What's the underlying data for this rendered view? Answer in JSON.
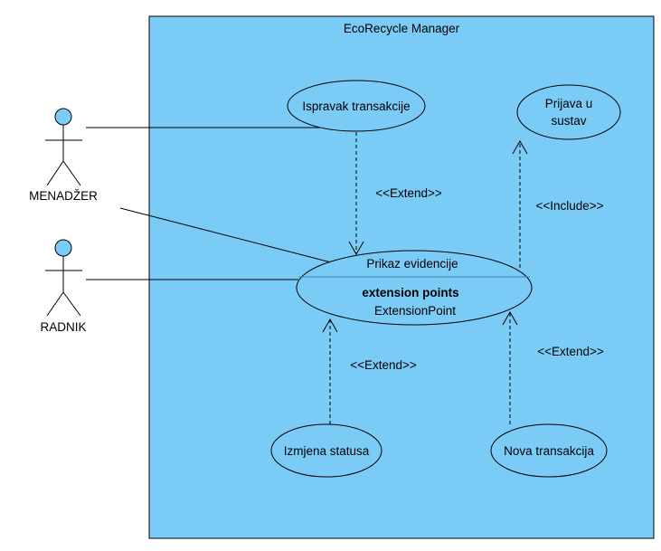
{
  "system": {
    "title": "EcoRecycle Manager",
    "fill_color": "#7ACCF7"
  },
  "actors": [
    {
      "id": "menadzer",
      "label": "MENADŽER"
    },
    {
      "id": "radnik",
      "label": "RADNIK"
    }
  ],
  "use_cases": {
    "ispravak": {
      "label": "Ispravak transakcije"
    },
    "prijava": {
      "line1": "Prijava u",
      "line2": "sustav"
    },
    "prikaz": {
      "label": "Prikaz evidencije",
      "ext_heading": "extension points",
      "ext_point": "ExtensionPoint"
    },
    "izmjena": {
      "label": "Izmjena statusa"
    },
    "nova": {
      "label": "Nova transakcija"
    }
  },
  "relations": {
    "extend_ispravak": "<<Extend>>",
    "include_prijava": "<<Include>>",
    "extend_izmjena": "<<Extend>>",
    "extend_nova": "<<Extend>>"
  },
  "colors": {
    "system_fill": "#7ACCF7",
    "actor_head": "#7ACCF7",
    "stroke": "#000000"
  },
  "icons": [
    "actor-stick-figure-icon"
  ]
}
